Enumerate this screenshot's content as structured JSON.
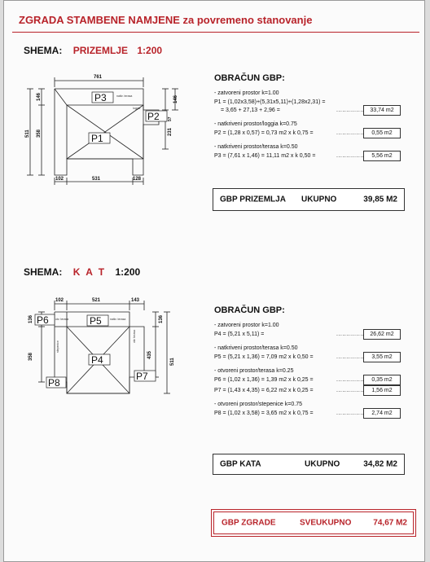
{
  "title": "ZGRADA STAMBENE NAMJENE za povremeno stanovanje",
  "ground": {
    "schema_label": "SHEMA:",
    "schema_name": "PRIZEMLJE",
    "schema_scale": "1:200",
    "plan": {
      "top_dim": "761",
      "bottom_dims": [
        "102",
        "531",
        "128"
      ],
      "left_dims": [
        "146",
        "358",
        "511"
      ],
      "right_dims": [
        "146",
        "57",
        "231"
      ],
      "rooms": [
        "P1",
        "P2",
        "P3"
      ],
      "notes": [
        "natkr. terasa",
        "loggia"
      ]
    },
    "calc_title": "OBRAČUN GBP:",
    "sections": [
      {
        "category": "- zatvoreni prostor k=1.00",
        "lines": [
          {
            "eq": "P1 = (1,02x3,58)+(5,31x5,11)+(1,28x2,31) =",
            "dots": "",
            "result": ""
          },
          {
            "eq": "= 3,65 + 27,13 + 2,96 =",
            "dots": "..................",
            "result": "33,74 m2"
          }
        ]
      },
      {
        "category": "- natkriveni prostor/loggia k=0.75",
        "lines": [
          {
            "eq": "P2 = (1,28 x 0,57) = 0,73 m2 x k 0,75 =",
            "dots": "..................",
            "result": "0,55 m2"
          }
        ]
      },
      {
        "category": "- natkriveni prostor/terasa k=0.50",
        "lines": [
          {
            "eq": "P3 = (7,61 x 1,46) = 11,11 m2 x k 0,50 =",
            "dots": "..................",
            "result": "5,56 m2"
          }
        ]
      }
    ],
    "total": {
      "label": "GBP PRIZEMLJA",
      "word": "UKUPNO",
      "value": "39,85 M2"
    }
  },
  "floor": {
    "schema_label": "SHEMA:",
    "schema_name": "K A T",
    "schema_scale": "1:200",
    "plan": {
      "top_dims": [
        "102",
        "521",
        "143"
      ],
      "left_dims": [
        "136",
        "358"
      ],
      "right_dims": [
        "136",
        "435",
        "511"
      ],
      "rooms": [
        "P4",
        "P5",
        "P6",
        "P7",
        "P8"
      ],
      "notes": [
        "natkr. terasa",
        "otv. terasa",
        "otv. terasa",
        "stepenice"
      ]
    },
    "calc_title": "OBRAČUN GBP:",
    "sections": [
      {
        "category": "- zatvoreni prostor k=1.00",
        "lines": [
          {
            "eq": "P4 = (5,21 x 5,11) =",
            "dots": "..................",
            "result": "26,62 m2"
          }
        ]
      },
      {
        "category": "- natkriveni prostor/terasa k=0.50",
        "lines": [
          {
            "eq": "P5 = (5,21 x 1,36) = 7,09 m2 x k 0,50 =",
            "dots": "..................",
            "result": "3,55 m2"
          }
        ]
      },
      {
        "category": "- otvoreni prostor/terasa k=0.25",
        "lines": [
          {
            "eq": "P6 = (1,02 x 1,36) = 1,39 m2 x k 0,25 =",
            "dots": "..................",
            "result": "0,35 m2"
          },
          {
            "eq": "P7 = (1,43 x 4,35) = 6,22 m2 x k 0,25 =",
            "dots": "..................",
            "result": "1,56 m2"
          }
        ]
      },
      {
        "category": "- otvoreni prostor/stepenice k=0.75",
        "lines": [
          {
            "eq": "P8 = (1,02 x 3,58) = 3,65 m2 x k 0,75 =",
            "dots": "..................",
            "result": "2,74 m2"
          }
        ]
      }
    ],
    "total": {
      "label": "GBP KATA",
      "word": "UKUPNO",
      "value": "34,82 M2"
    }
  },
  "grand_total": {
    "label": "GBP ZGRADE",
    "word": "SVEUKUPNO",
    "value": "74,67 M2"
  },
  "colors": {
    "accent": "#b8232a",
    "ink": "#111111"
  }
}
